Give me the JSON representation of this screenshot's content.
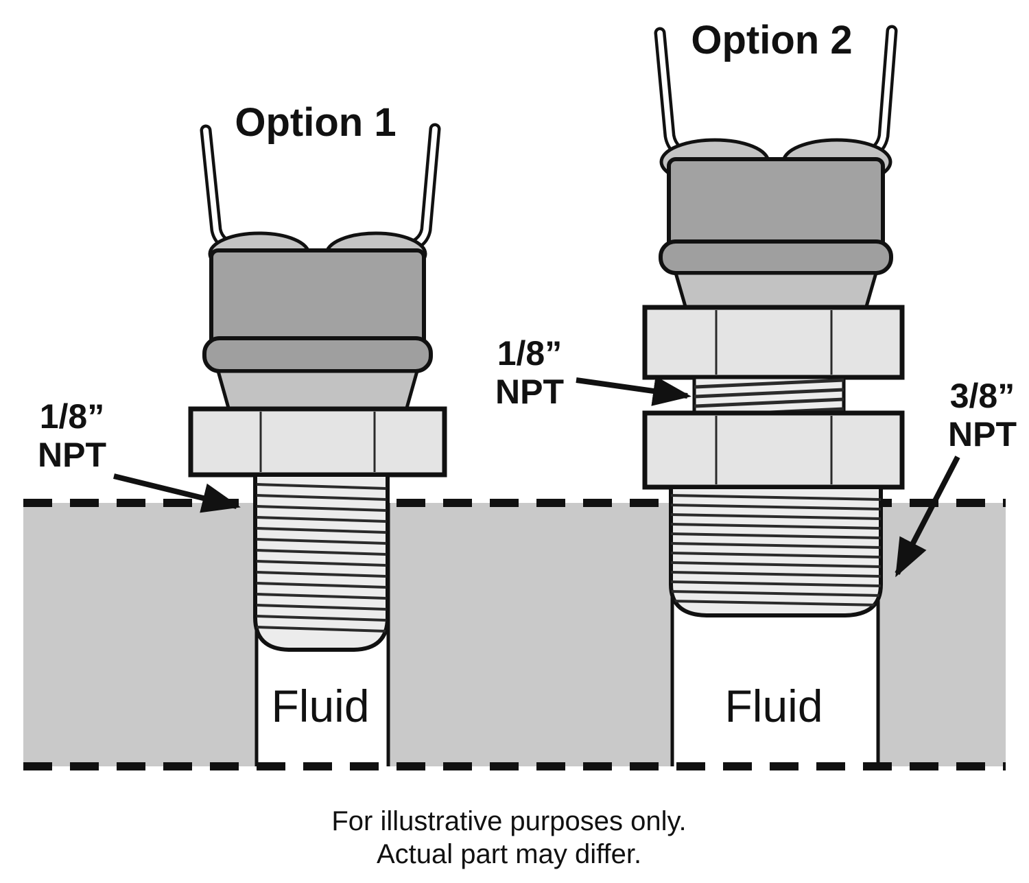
{
  "diagram": {
    "title_option1": "Option 1",
    "title_option2": "Option 2",
    "label_npt18_left": {
      "size": "1/8”",
      "type": "NPT"
    },
    "label_npt18_mid": {
      "size": "1/8”",
      "type": "NPT"
    },
    "label_npt38_right": {
      "size": "3/8”",
      "type": "NPT"
    },
    "fluid_left": "Fluid",
    "fluid_right": "Fluid",
    "caption": {
      "line1": "For illustrative purposes only.",
      "line2": "Actual part may differ."
    },
    "colors": {
      "wall_gray": "#c9c9c9",
      "body_dark_gray": "#a2a2a2",
      "ring_gray": "#9f9f9f",
      "collar_gray": "#c2c2c2",
      "nut_gray": "#e4e4e4",
      "thread_gray": "#ececec",
      "outline_black": "#111111",
      "background": "#ffffff"
    }
  }
}
